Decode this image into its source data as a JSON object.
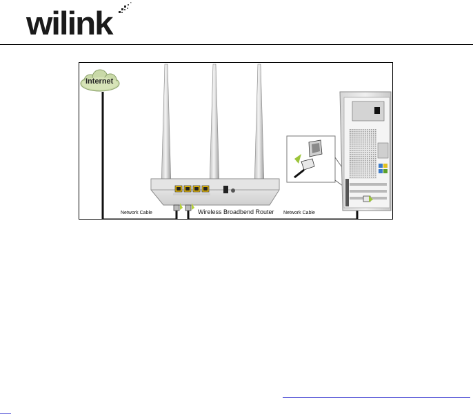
{
  "header": {
    "logo_text": "wilink"
  },
  "figure": {
    "internet_label": "Internet",
    "cable_left_label": "Network Cable",
    "router_label": "Wireless Broadbend Router",
    "cable_right_label": "Network Cable"
  }
}
